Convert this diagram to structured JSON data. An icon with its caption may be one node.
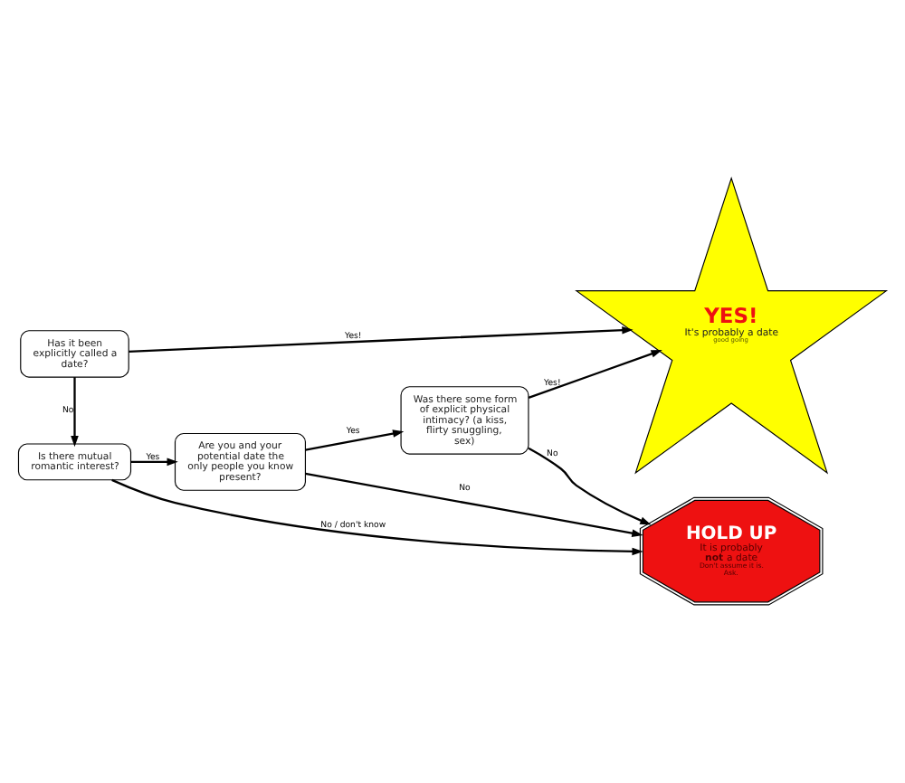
{
  "diagram": {
    "nodes": [
      {
        "text": [
          "Has it been explicitly called a date?"
        ]
      },
      {
        "text": [
          "YES!",
          "It's probably a date",
          "good going"
        ]
      },
      {
        "text": [
          "Is there mutual romantic interest?"
        ]
      },
      {
        "text": [
          "Are you and your potential date the only people you know present?"
        ]
      },
      {
        "text": [
          "Was there some form of explicit physical intimacy? (a kiss, flirty snuggling, sex)"
        ]
      },
      {
        "text": [
          "HOLD UP",
          "It is probably **not** a date",
          "Don't assume it is. Ask."
        ]
      }
    ],
    "edges": [
      {
        "from": 0,
        "to": 1,
        "arrow": "to",
        "label": "Yes!"
      },
      {
        "from": 0,
        "to": 2,
        "arrow": "to",
        "label": "No"
      },
      {
        "from": 2,
        "to": 5,
        "arrow": "to",
        "label": "No / don't know"
      },
      {
        "from": 2,
        "to": 3,
        "arrow": "to",
        "label": "Yes"
      },
      {
        "from": 3,
        "to": 5,
        "arrow": "to",
        "label": "No"
      },
      {
        "from": 3,
        "to": 4,
        "arrow": "to",
        "label": "Yes"
      },
      {
        "from": 4,
        "to": 1,
        "arrow": "to",
        "label": "Yes!"
      },
      {
        "from": 4,
        "to": 5,
        "arrow": "to",
        "label": "No"
      }
    ]
  }
}
